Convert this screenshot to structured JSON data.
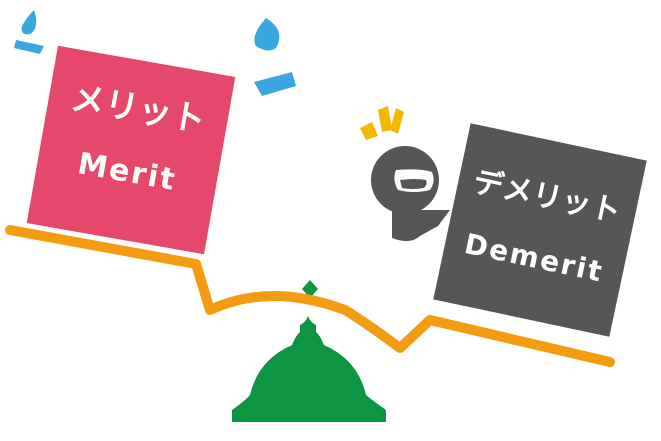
{
  "merit": {
    "jp": "メリット",
    "en": "Merit",
    "color": "#E5486A",
    "text_color": "#FFFFFF"
  },
  "demerit": {
    "jp": "デメリット",
    "en": "Demerit",
    "color": "#565656",
    "text_color": "#FFFFFF"
  },
  "seesaw": {
    "beam_color": "#F39C12",
    "base_color": "#0D9542"
  },
  "accents": {
    "sweat_color": "#3AA8E0",
    "emphasis_color": "#F4B800",
    "arm_color": "#565656"
  },
  "icons": [
    "sweat-drop-icon",
    "emphasis-mark-icon",
    "flexed-arm-icon",
    "balance-base-icon"
  ]
}
